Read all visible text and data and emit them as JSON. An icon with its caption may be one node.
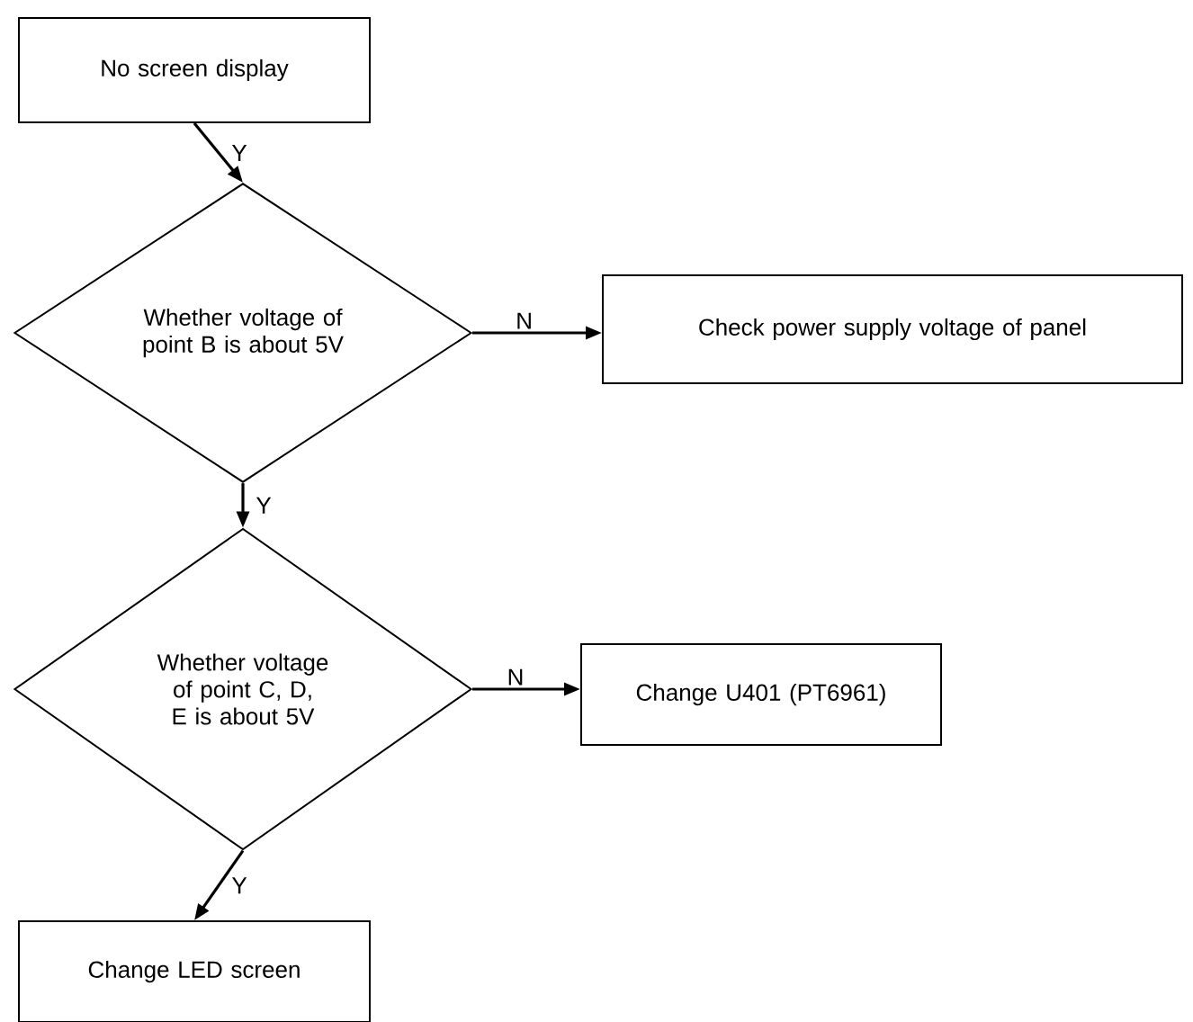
{
  "diagram": {
    "nodes": [
      {
        "text": [
          "No screen display"
        ]
      },
      {
        "text": [
          "Whether voltage of point B is about 5V"
        ]
      },
      {
        "text": [
          "Check power supply voltage of panel"
        ]
      },
      {
        "text": [
          "Whether voltage of point C, D, E is about 5V"
        ]
      },
      {
        "text": [
          "Change U401 (PT6961)"
        ]
      },
      {
        "text": [
          "Change LED screen"
        ]
      }
    ],
    "edges": [
      {
        "from": 0,
        "to": 1,
        "arrow": "to",
        "label": "Y"
      },
      {
        "from": 1,
        "to": 2,
        "arrow": "to",
        "label": "N"
      },
      {
        "from": 1,
        "to": 3,
        "arrow": "to",
        "label": "Y"
      },
      {
        "from": 3,
        "to": 4,
        "arrow": "to",
        "label": "N"
      },
      {
        "from": 3,
        "to": 5,
        "arrow": "to",
        "label": "Y"
      }
    ]
  }
}
